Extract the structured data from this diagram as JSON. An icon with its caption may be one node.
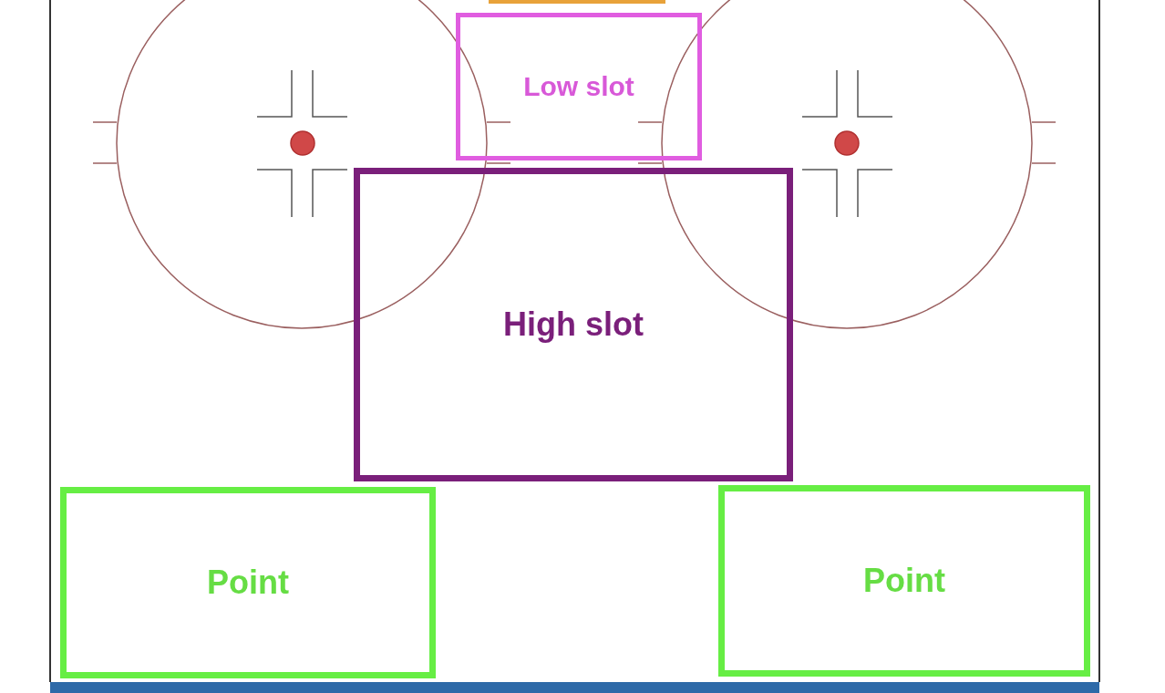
{
  "diagram": {
    "nodes": [
      {
        "text": [
          "Low slot"
        ]
      },
      {
        "text": [
          "High slot"
        ]
      },
      {
        "text": [
          "Point"
        ]
      },
      {
        "text": [
          "Point"
        ]
      }
    ]
  }
}
